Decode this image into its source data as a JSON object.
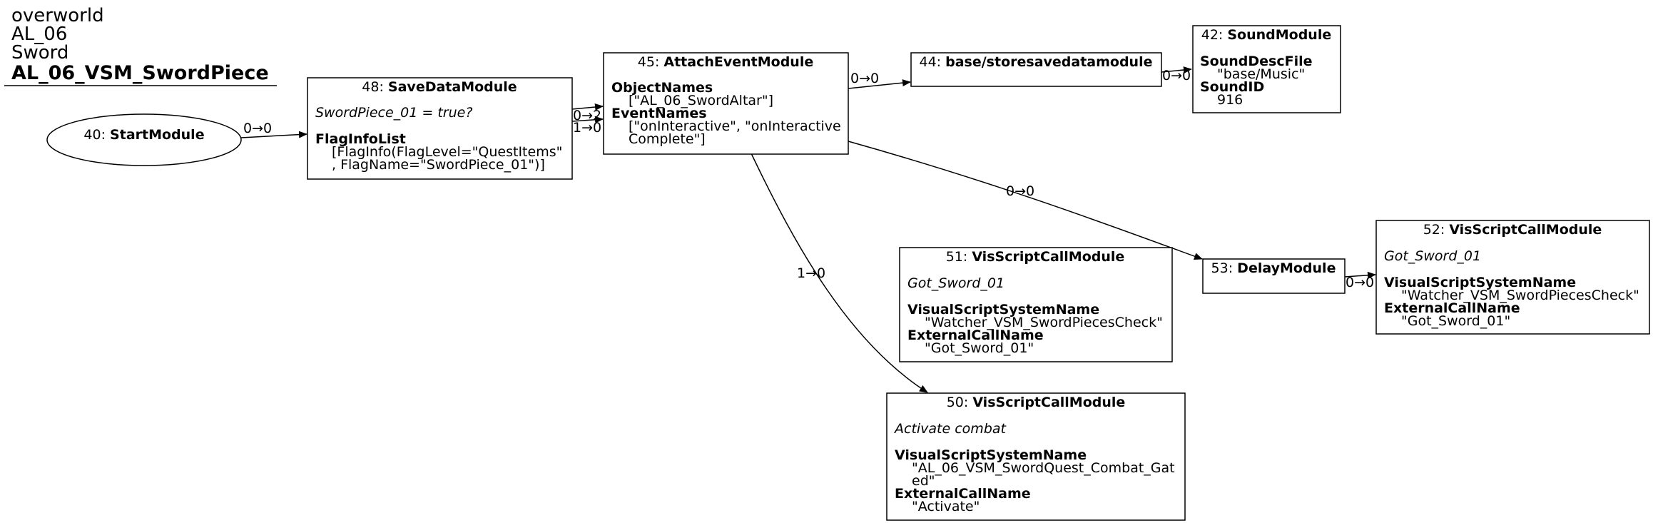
{
  "header": {
    "line1": "overworld",
    "line2": "AL_06",
    "line3": "Sword",
    "title": "AL_06_VSM_SwordPiece"
  },
  "nodes": {
    "n40": {
      "id": "40: ",
      "type": "StartModule"
    },
    "n48": {
      "id": "48: ",
      "type": "SaveDataModule",
      "desc": "SwordPiece_01 = true?",
      "p1_name": "FlagInfoList",
      "p1_v1": "[FlagInfo(FlagLevel=\"QuestItems\"",
      "p1_v2": ", FlagName=\"SwordPiece_01\")]"
    },
    "n45": {
      "id": "45: ",
      "type": "AttachEventModule",
      "p1_name": "ObjectNames",
      "p1_v1": "[\"AL_06_SwordAltar\"]",
      "p2_name": "EventNames",
      "p2_v1": "[\"onInteractive\", \"onInteractive",
      "p2_v2": "Complete\"]"
    },
    "n44": {
      "id": "44: ",
      "type": "base/storesavedatamodule"
    },
    "n42": {
      "id": "42: ",
      "type": "SoundModule",
      "p1_name": "SoundDescFile",
      "p1_v1": "\"base/Music\"",
      "p2_name": "SoundID",
      "p2_v1": "916"
    },
    "n51": {
      "id": "51: ",
      "type": "VisScriptCallModule",
      "desc": "Got_Sword_01",
      "p1_name": "VisualScriptSystemName",
      "p1_v1": "\"Watcher_VSM_SwordPiecesCheck\"",
      "p2_name": "ExternalCallName",
      "p2_v1": "\"Got_Sword_01\""
    },
    "n53": {
      "id": "53: ",
      "type": "DelayModule"
    },
    "n52": {
      "id": "52: ",
      "type": "VisScriptCallModule",
      "desc": "Got_Sword_01",
      "p1_name": "VisualScriptSystemName",
      "p1_v1": "\"Watcher_VSM_SwordPiecesCheck\"",
      "p2_name": "ExternalCallName",
      "p2_v1": "\"Got_Sword_01\""
    },
    "n50": {
      "id": "50: ",
      "type": "VisScriptCallModule",
      "desc": "Activate combat",
      "p1_name": "VisualScriptSystemName",
      "p1_v1": "\"AL_06_VSM_SwordQuest_Combat_Gat",
      "p1_v2": "ed\"",
      "p2_name": "ExternalCallName",
      "p2_v1": "\"Activate\""
    }
  },
  "edges": {
    "e40_48": "0→0",
    "e48_45_a": "0→2",
    "e48_45_b": "1→0",
    "e45_44": "0→0",
    "e44_42": "0→0",
    "e45_53": "0→0",
    "e45_50": "1→0",
    "e53_52": "0→0"
  }
}
